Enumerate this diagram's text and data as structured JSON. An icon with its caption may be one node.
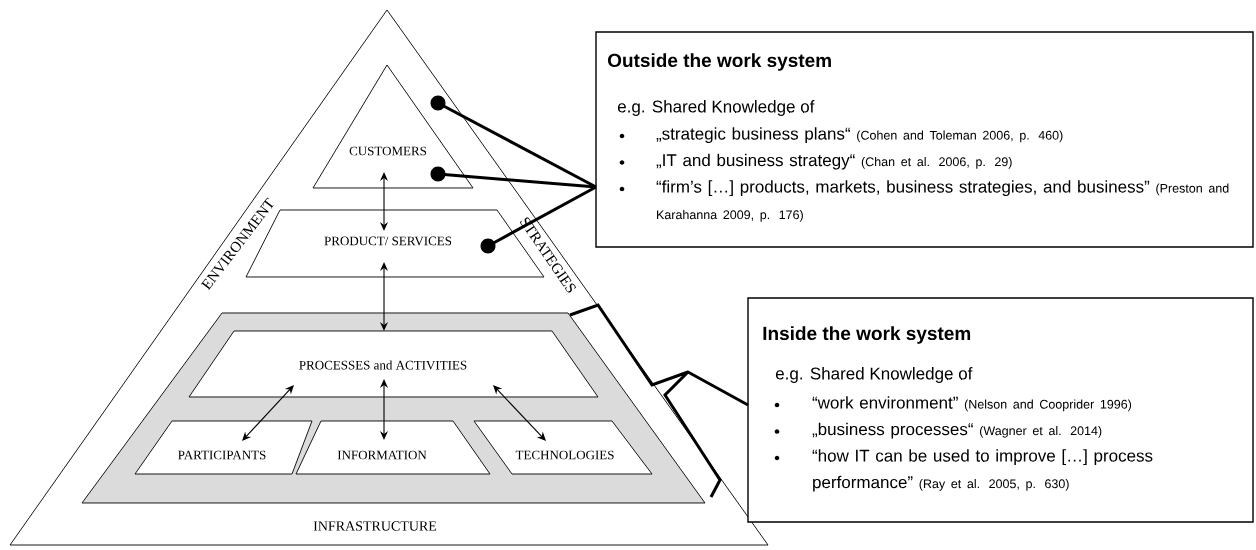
{
  "diagram": {
    "nodes": [
      {
        "text": [
          "ENVIRONMENT",
          "STRATEGIES",
          "INFRASTRUCTURE"
        ]
      },
      {
        "text": [
          "CUSTOMERS"
        ],
        "in": 0
      },
      {
        "text": [
          "PRODUCT/ SERVICES"
        ],
        "in": 0
      },
      {
        "text": [],
        "shape": "box",
        "in": 0
      },
      {
        "text": [
          "PROCESSES and  ACTIVITIES"
        ],
        "in": 3
      },
      {
        "text": [
          "PARTICIPANTS"
        ],
        "in": 3
      },
      {
        "text": [
          "INFORMATION"
        ],
        "in": 3
      },
      {
        "text": [
          "TECHNOLOGIES"
        ],
        "in": 3
      },
      {
        "text": [
          "Outside the work system",
          "e.g. Shared Knowledge of",
          "„strategic business plans“",
          "(Cohen and Toleman 2006, p. 460)",
          "„IT and business strategy“",
          "(Chan et al. 2006, p. 29)",
          "“firm’s […] products, markets, business strategies, and business”",
          "(Preston and Karahanna 2009, p. 176)"
        ]
      },
      {
        "text": [
          "Inside the work system",
          "e.g. Shared Knowledge of",
          "“work environment”",
          "(Nelson and Cooprider 1996)",
          "„business processes“",
          "(Wagner et al. 2014)",
          "“how IT can be used to improve […] process performance”",
          "(Ray et al. 2005, p. 630)"
        ]
      }
    ],
    "edges": [
      {
        "from": 8,
        "to": 0,
        "arrow": "other",
        "style": "thick"
      },
      {
        "from": 8,
        "to": 1,
        "arrow": "other",
        "style": "thick"
      },
      {
        "from": 8,
        "to": 2,
        "arrow": "other",
        "style": "thick"
      },
      {
        "from": 1,
        "to": 2,
        "arrow": "both"
      },
      {
        "from": 2,
        "to": 4,
        "arrow": "both"
      },
      {
        "from": 4,
        "to": 5,
        "arrow": "both"
      },
      {
        "from": 4,
        "to": 6,
        "arrow": "both"
      },
      {
        "from": 4,
        "to": 7,
        "arrow": "both"
      },
      {
        "from": 9,
        "to": 3,
        "arrow": "none",
        "style": "thick"
      }
    ]
  }
}
